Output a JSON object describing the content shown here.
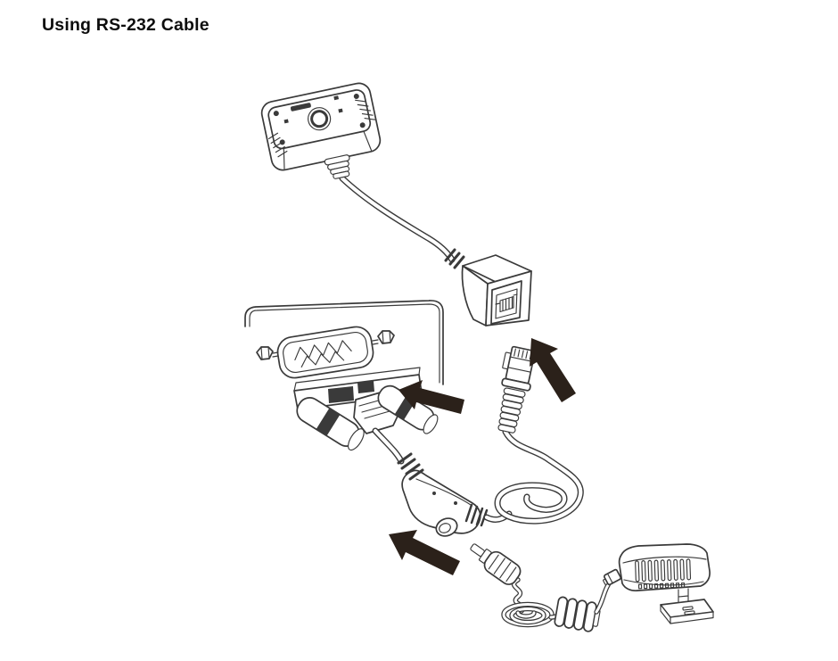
{
  "page": {
    "title": "Using RS-232 Cable",
    "background_color": "#ffffff"
  },
  "diagram": {
    "line_color": "#3a3a3a",
    "arrow_color": "#2b211a",
    "components": [
      "barcode-scanner",
      "scanner-cable",
      "rj45-socket-adapter",
      "rj45-plug",
      "host-panel-serial-port-db9",
      "rs232-db9-connector",
      "power-junction-with-dc-socket",
      "dc-power-plug",
      "coiled-power-cable",
      "ferrite-bead",
      "power-adapter",
      "ac-plug-plate"
    ],
    "arrows": [
      "rj45-plug-into-socket",
      "db9-connector-into-serial-port",
      "dc-plug-into-power-socket"
    ]
  }
}
